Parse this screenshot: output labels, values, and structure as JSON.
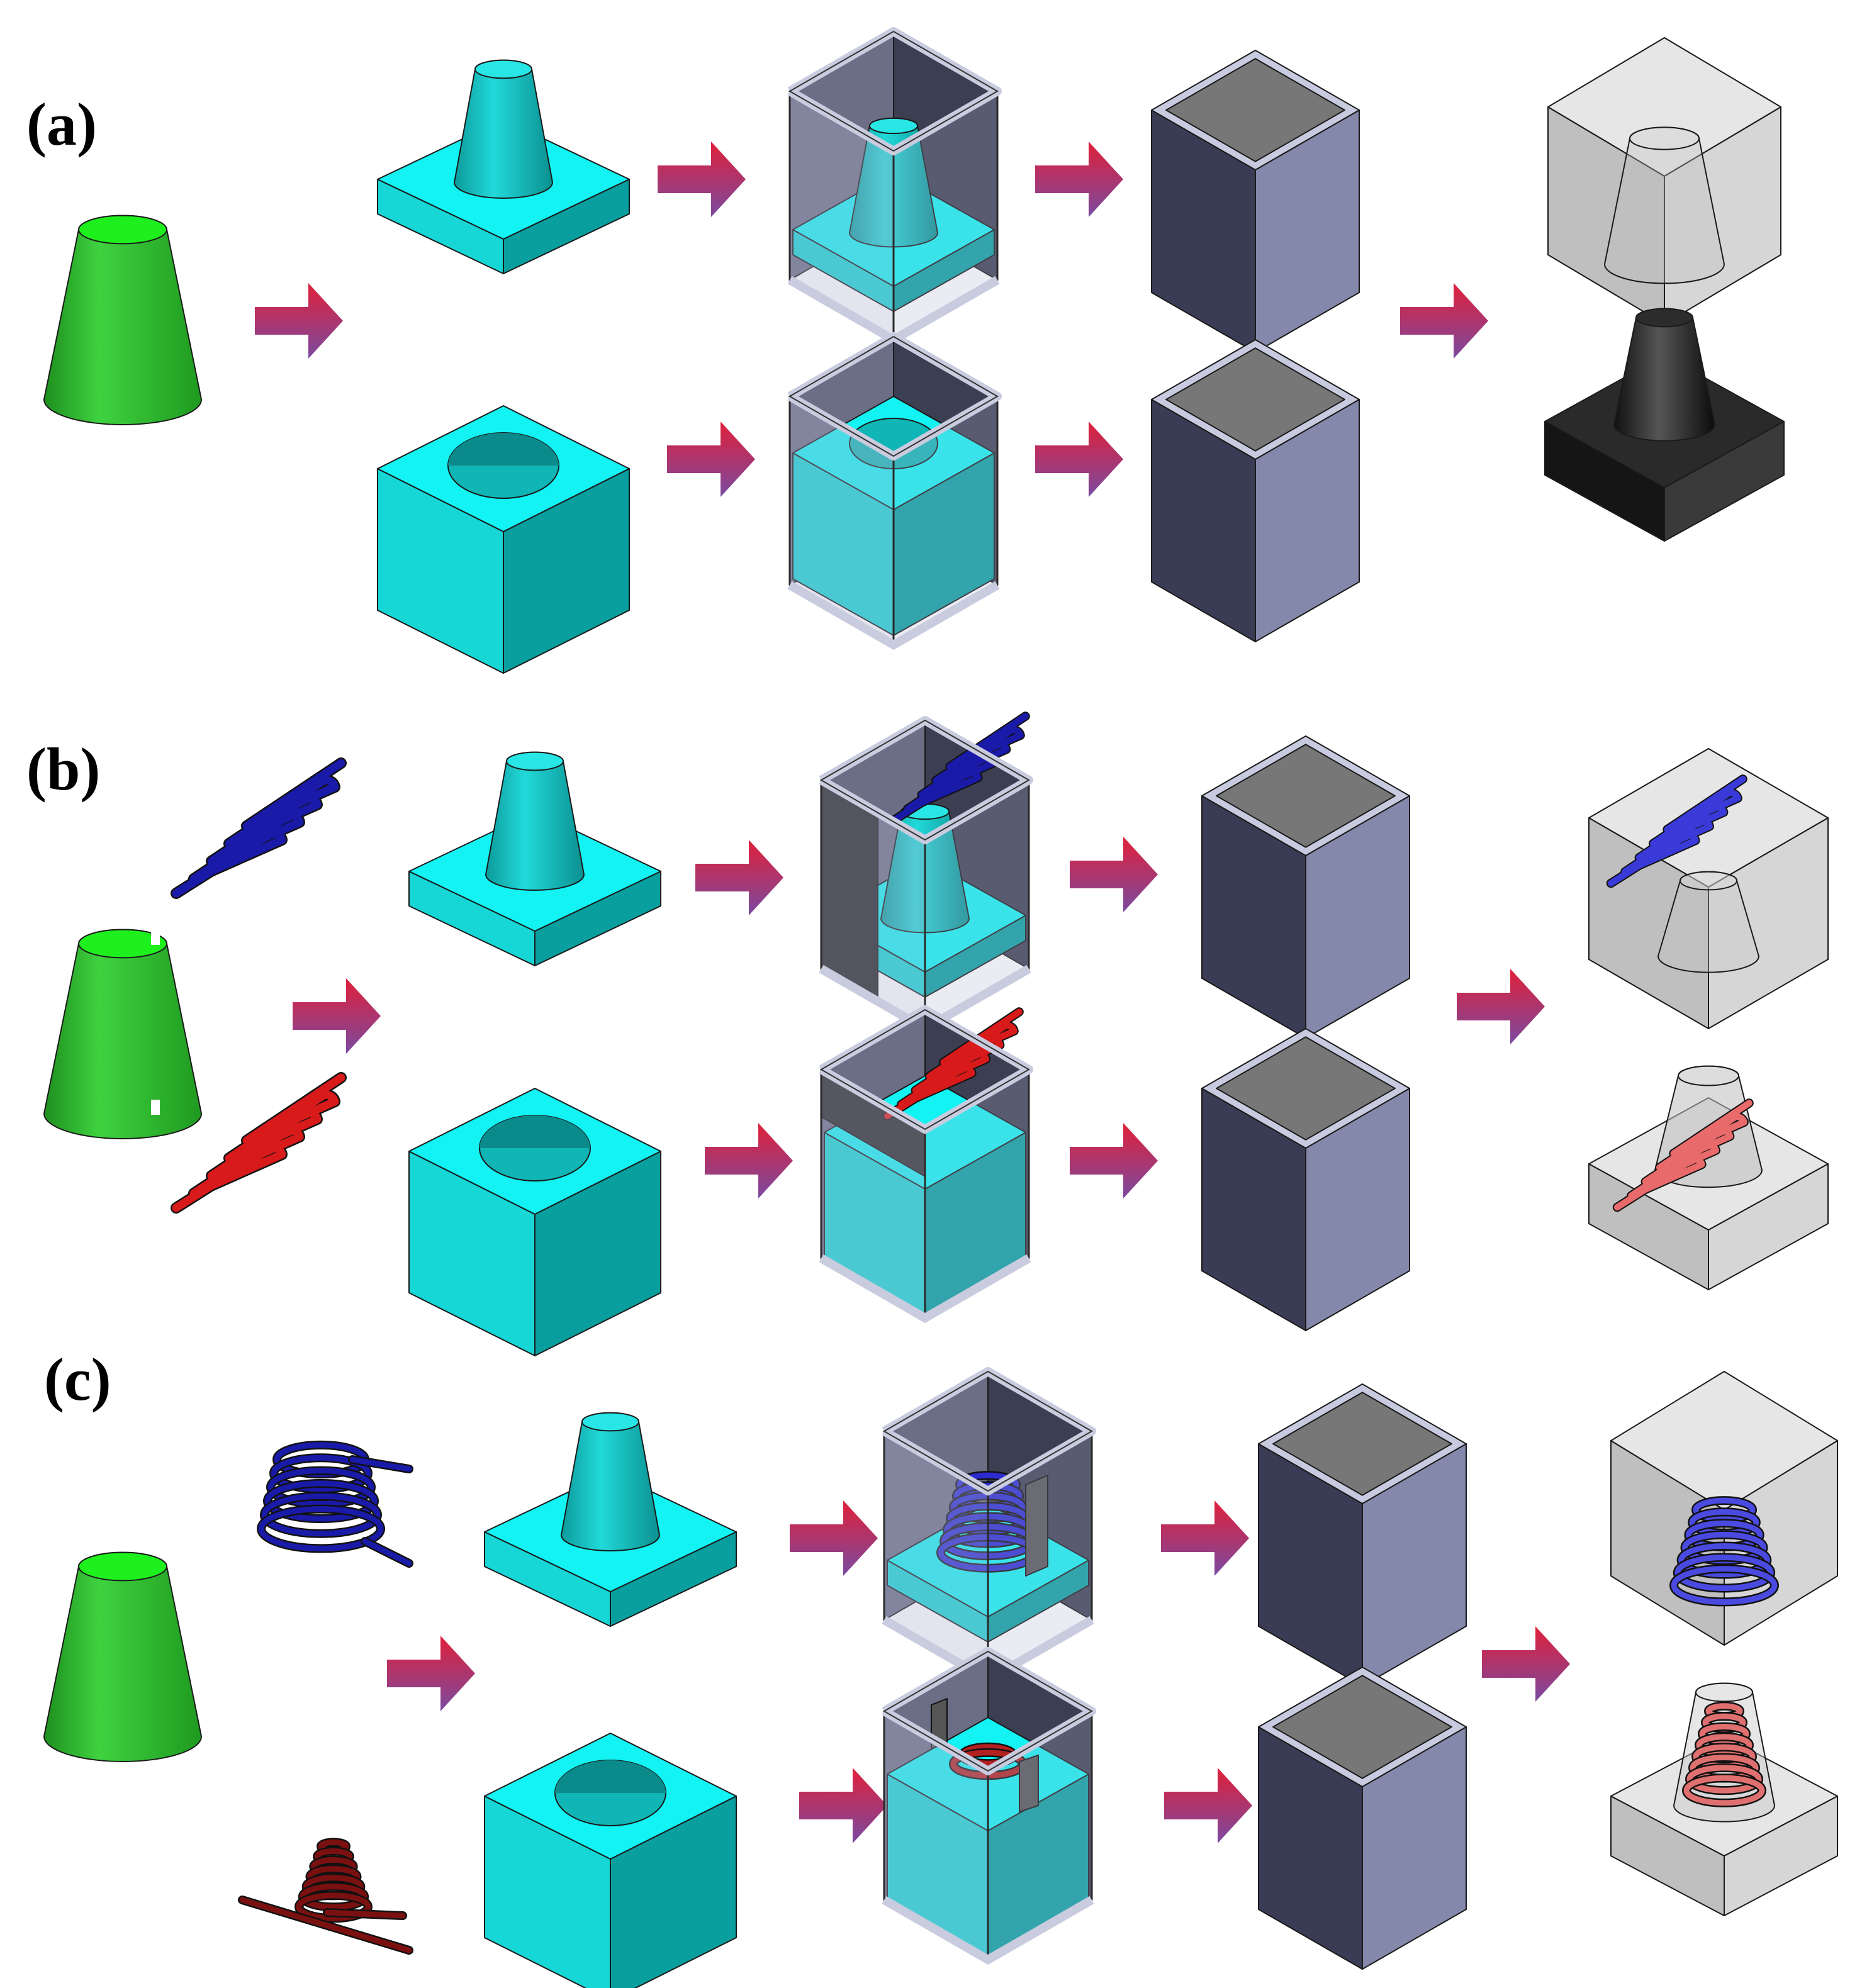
{
  "panels": {
    "a": {
      "label": "(a)"
    },
    "b": {
      "label": "(b)"
    },
    "c": {
      "label": "(c)"
    }
  },
  "colors": {
    "pattern_green": "#2fbf2a",
    "pattern_green_top": "#1ef01e",
    "mold_cyan_top": "#13f3f3",
    "mold_cyan_left": "#16d6d6",
    "mold_cyan_right": "#0a9f9f",
    "box_wall": "#8c90b4",
    "box_dark": "#3a3c55",
    "box_floor": "#777777",
    "glass": "#9a9a9a",
    "black_part": "#151515",
    "arrow_top": "#e0203a",
    "arrow_bottom": "#7a4aa0",
    "coil_blue": "#1a1aa8",
    "coil_red": "#d81a1a",
    "coil_darkred": "#7a1010"
  },
  "icons": {
    "arrow": "flow-arrow-icon",
    "pattern": "cone-pattern",
    "coil": "cooling-channel-coil"
  }
}
